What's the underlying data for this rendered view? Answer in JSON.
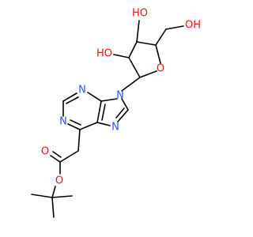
{
  "molecule": {
    "atoms": {
      "ho_top": "HO",
      "ho_left": "HO",
      "oh_right": "OH",
      "ring_o": "O",
      "n9": "N",
      "n3": "N",
      "n1": "N",
      "n7": "N",
      "carbonyl_o": "O",
      "ester_o": "O"
    },
    "colors": {
      "bond": "#000000",
      "oxygen": "#ff0d0d",
      "nitrogen": "#3050f8",
      "background": "#ffffff"
    }
  }
}
